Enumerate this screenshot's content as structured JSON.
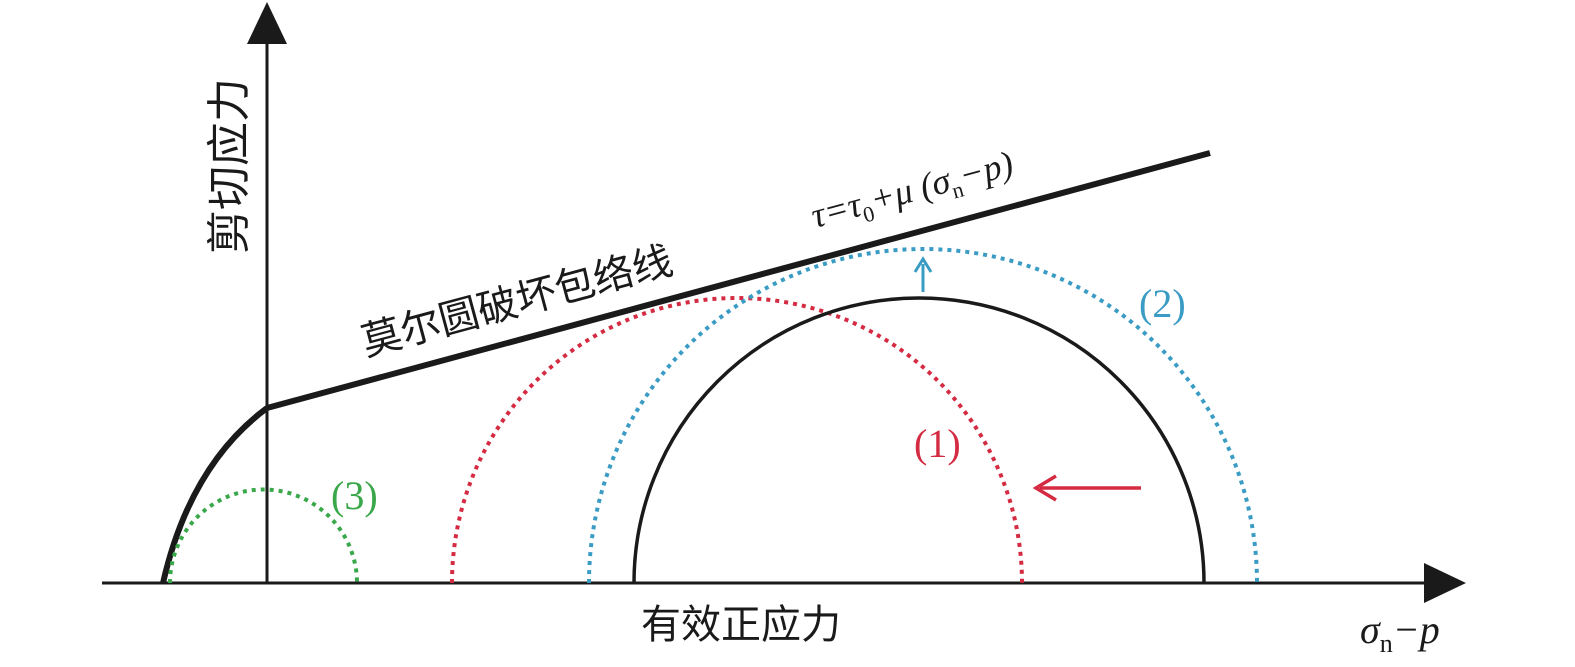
{
  "labels": {
    "y_axis": "剪切应力",
    "x_axis": "有效正应力",
    "x_axis_symbol_main": "σ",
    "x_axis_symbol_sub": "n",
    "x_axis_symbol_rest": "−p",
    "envelope": "莫尔圆破坏包络线",
    "formula_part1": "τ=τ",
    "formula_sub": "0",
    "formula_part2": "+μ (σ",
    "formula_sub2": "n",
    "formula_part3": "−p)",
    "circle_1": "(1)",
    "circle_2": "(2)",
    "circle_3": "(3)"
  },
  "colors": {
    "axis": "#1a1a1a",
    "envelope": "#1a1a1a",
    "base_circle": "#1a1a1a",
    "circle_1": "#d42b42",
    "circle_2": "#3a9cc4",
    "circle_3": "#3aa84a"
  }
}
